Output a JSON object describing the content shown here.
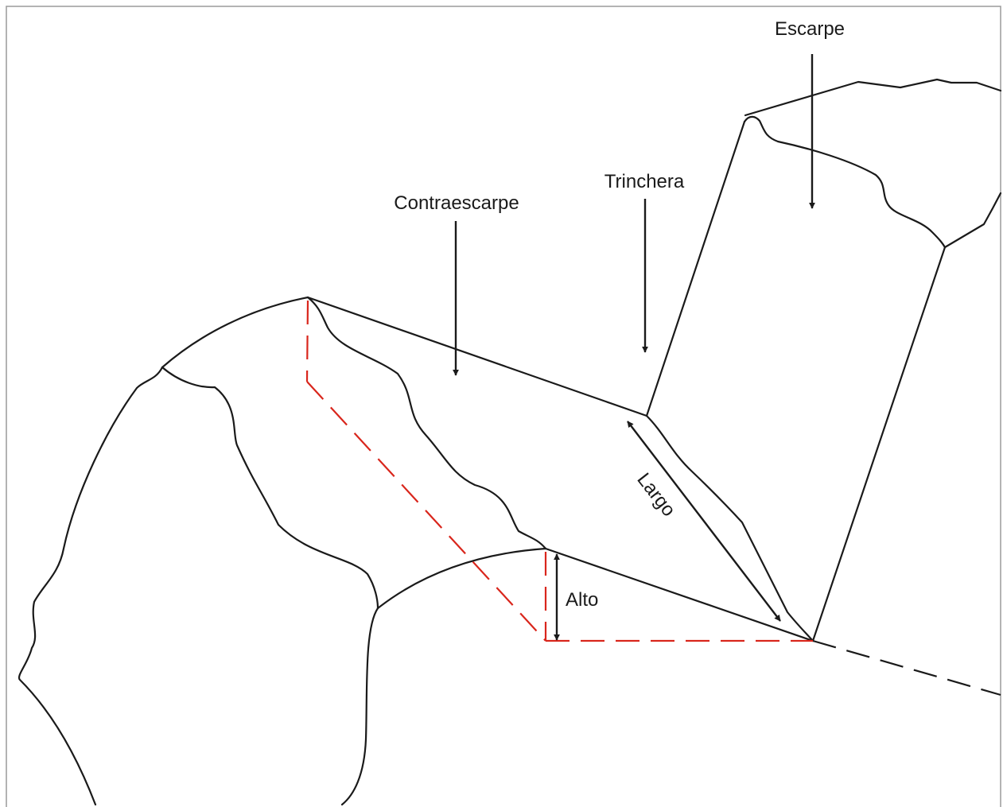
{
  "labels": {
    "escarpe": "Escarpe",
    "trinchera": "Trinchera",
    "contraescarpe": "Contraescarpe",
    "largo": "Largo",
    "alto": "Alto"
  },
  "colors": {
    "outline": "#1a1a1a",
    "construction_lines": "#d9261c",
    "frame": "#9a9a9a",
    "background": "#ffffff"
  }
}
